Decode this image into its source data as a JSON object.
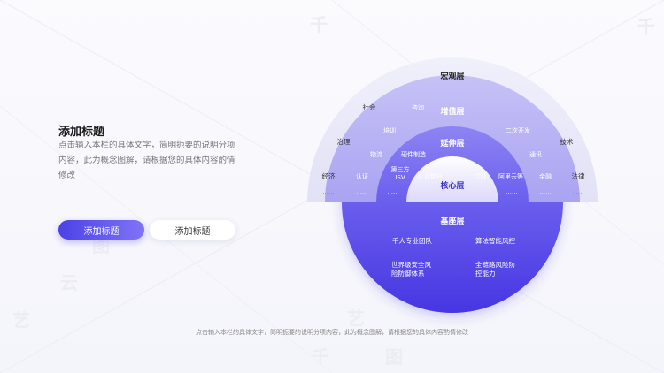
{
  "watermark": [
    "千",
    "图",
    "艺",
    "云",
    "千",
    "图",
    "艺",
    "千"
  ],
  "title": "添加标题",
  "description": "点击输入本栏的具体文字，简明扼要的说明分项内容，此为概念图解，请根据您的具体内容酌情修改",
  "buttons": {
    "primary": "添加标题",
    "secondary": "添加标题"
  },
  "layers": {
    "macro": "宏观层",
    "growth": "增值层",
    "extend": "延伸层",
    "core": "核心层",
    "base": "基座层"
  },
  "macro_items": {
    "society": "社会",
    "governance": "治理",
    "economy": "经济",
    "technology": "技术",
    "law": "法律",
    "dots_left": "......",
    "dots_right": "......"
  },
  "growth_items": {
    "consulting": "咨询",
    "training": "培训",
    "secondary_dev": "二次开发",
    "telecom": "通讯",
    "certification": "认证",
    "finance": "金融",
    "dots_left": "......",
    "dots_right": "......"
  },
  "extend_items": {
    "logistics": "物流",
    "hardware": "硬件制造",
    "third_party": "第三方",
    "isv": "ISV",
    "enterprise_user": "企业用户",
    "dingtalk": "钉钉",
    "aliyun": "阿里云等",
    "dots_left": "......",
    "dots_right": "......"
  },
  "base_items": {
    "team": "千人专业团队",
    "algorithm": "算法智能风控",
    "security_1": "世界级安全风",
    "security_2": "险防御体系",
    "fullchain_1": "全链路风险防",
    "fullchain_2": "控能力"
  },
  "footer": "点击输入本栏的具体文字，简明扼要的说明分项内容，此为概念图解，请根据您的具体内容酌情修改",
  "colors": {
    "accent": "#4b42e6",
    "accent_light": "#7f73f6",
    "base_circle_top": "#8f86f8",
    "base_circle_bottom": "#4636e2"
  }
}
